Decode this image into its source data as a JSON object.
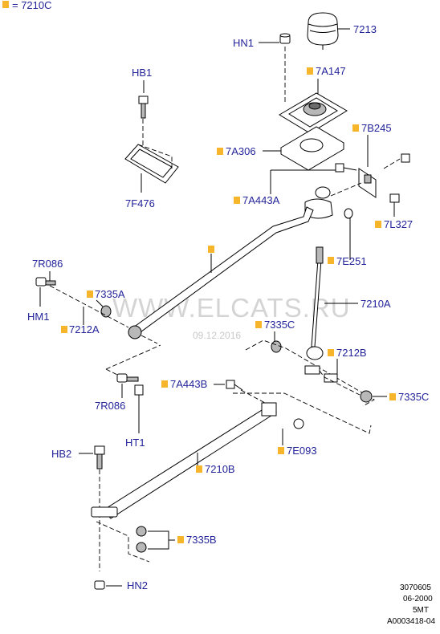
{
  "legend": {
    "code": "= 7210C",
    "color": "#f7b52c"
  },
  "labels": {
    "l7213": "7213",
    "hn1": "HN1",
    "l7a147": "7A147",
    "hb1": "HB1",
    "l7b245": "7B245",
    "l7a306": "7A306",
    "l7f476": "7F476",
    "l7a443a": "7A443A",
    "l7l327": "7L327",
    "l7e251": "7E251",
    "l7r086a": "7R086",
    "hm1": "HM1",
    "l7335a": "7335A",
    "l7212a": "7212A",
    "l7210a": "7210A",
    "l7335c_a": "7335C",
    "l7212b": "7212B",
    "l7r086b": "7R086",
    "l7a443b": "7A443B",
    "l7335c_b": "7335C",
    "ht1": "HT1",
    "hb2": "HB2",
    "l7e093": "7E093",
    "l7210b": "7210B",
    "l7335b": "7335B",
    "hn2": "HN2"
  },
  "watermark": {
    "site": "WWW.ELCATS.RU",
    "date": "09.12.2016"
  },
  "reference": {
    "line1": "3070605",
    "line2": "06-2000",
    "line3": "5MT",
    "line4": "A0003418-04"
  }
}
